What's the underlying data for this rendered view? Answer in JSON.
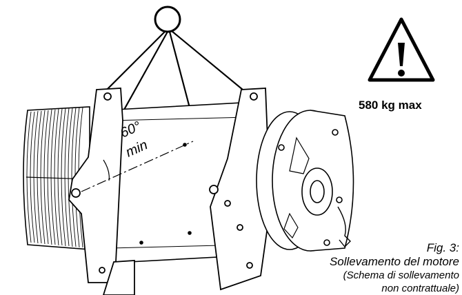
{
  "warning": {
    "icon": "warning-triangle-exclamation",
    "max_load": "580 kg max"
  },
  "angle": {
    "value": "60°",
    "qualifier": "min"
  },
  "caption": {
    "figure": "Fig. 3:",
    "title": "Sollevamento del motore",
    "note_line1": "(Schema di sollevamento",
    "note_line2": "non contrattuale)"
  },
  "colors": {
    "line": "#000000",
    "background": "#ffffff",
    "drum": "#ffffff"
  }
}
